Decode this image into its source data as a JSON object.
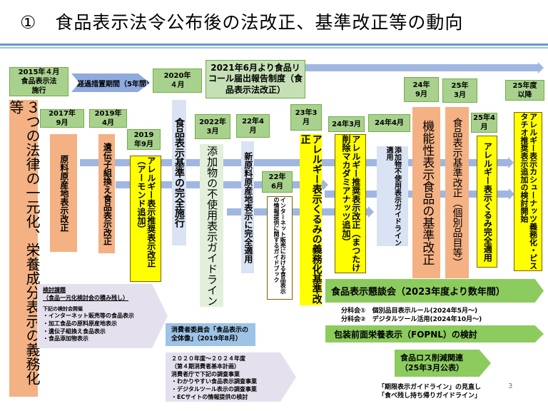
{
  "title": "①　食品表示法令公布後の法改正、基準改正等の動向",
  "dates": {
    "d2015": "2015年４月\n食品表示法\n施行",
    "d2020": "2020年\n４月",
    "d2017": "2017年\n9月",
    "d2019_4": "2019年\n4月",
    "d2019_9": "2019\n年9月",
    "d2022_3": "2022年\n3月",
    "d22_4": "22年4\n月",
    "d22_6": "22年\n6月",
    "d23_3": "23年3\n月",
    "d24_3": "24年3月",
    "d24_4": "24年4月",
    "d24_9": "24年\n9月",
    "d25_3": "25年\n3月",
    "d25_4": "25年4\n月",
    "d25": "25年度\n以降"
  },
  "transition_arrow": "経過措置期間（5年間）",
  "recall": "2021年6月より食品リコール届出報告制度（食品表示法改正）",
  "items": {
    "unify": "３つの法律の一元化、栄養成分表示の義務化等",
    "origin": "原料原産地表示改正",
    "gmo": "遺伝子組換え食品表示改正",
    "almond": "アレルギー表示推奨表示改正（アーモンド追加）",
    "full": "食品表示基準の完全施行",
    "additive_gl": "添加物の不使用表示ガイドライン",
    "new_origin": "新原料原産地表示に完全適用",
    "internet": "インターネット販売における食品表示の情報提供に関するガイドブック",
    "walnut": "アレルギー表示くるみの義務化基準改正",
    "macadamia": "アレルギー推奨表示改正（まつたけ削除マカダミアナッツ追加）",
    "additive_apply": "添加物不使用表示ガイドライン適用",
    "functional": "機能性表示食品の基準改正",
    "standard": "食品表示基準改正（個別品目等）",
    "walnut_full": "アレルギー表示くるみ完全適用",
    "cashew": "アレルギー表示カシューナッツ義務化・ピスタチオ推奨表示追加の検討開始"
  },
  "issues": {
    "heading1": "検討課題",
    "heading2": "（食品一元化検討会の積み残し）",
    "intro": "下記の検討会開催",
    "list": [
      "・インターネット販売等の食品表示",
      "・加工食品の原料原産地表示",
      "・遺伝子組換え食品表示",
      "・食品添加物表示"
    ]
  },
  "committee": "消費者委員会「食品表示の全体像」（2019年8月）",
  "plan": {
    "lines": [
      "２０２０年度～２０２４年度",
      "（第４期消費者基本計画）",
      "消費者庁で下記の調査事業",
      "・わかりやすい食品表示調査事業",
      "・デジタルツール表示の調査事業",
      "・ECサイトの情報提供の検討"
    ]
  },
  "council": "食品表示懇談会（2023年度より数年間）",
  "subcommittees": [
    "分科会①　個別品目表示ルール(2024年5月～)",
    "分科会②　デジタルツール活用(2024年10月～)"
  ],
  "fopnl": "包装前面栄養表示（FOPNL）の検討",
  "foodloss": "食品ロス削減関連\n（25年3月公表）",
  "guidelines": [
    "「期限表示ガイドライン」の見直し",
    "「食べ残し持ち帰りガイドライン」"
  ],
  "page_number": "3"
}
